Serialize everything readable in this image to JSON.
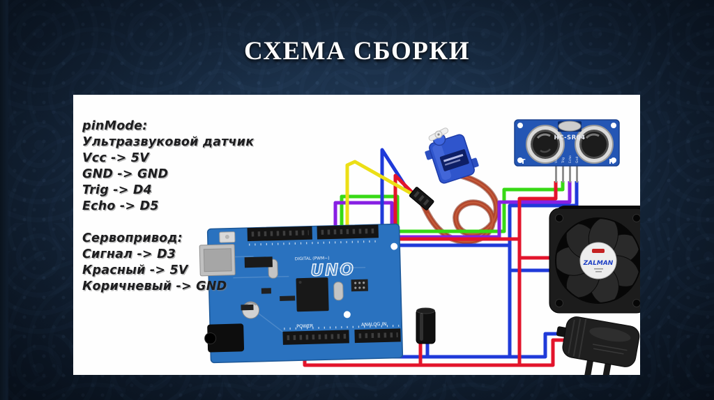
{
  "slide": {
    "title": "СХЕМА СБОРКИ",
    "background_color": "#16283d",
    "panel_color": "#fefefe",
    "title_color": "#fdfdfd"
  },
  "pin_notes": {
    "lines": [
      "pinMode:",
      "Ультразвуковой датчик",
      "Vcc -> 5V",
      "GND -> GND",
      "Trig -> D4",
      "Echo -> D5",
      "",
      "Сервопривод:",
      "Сигнал -> D3",
      "Красный -> 5V",
      "Коричневый -> GND"
    ]
  },
  "diagram": {
    "arduino": {
      "name_label": "UNO",
      "digital_label": "DIGITAL (PWM~)",
      "power_label": "POWER",
      "analog_label": "ANALOG IN",
      "board_color": "#2a72bf"
    },
    "sensor": {
      "model_label": "HC-SR04",
      "left_label": "T",
      "right_label": "R",
      "pin_labels": [
        "Vcc",
        "Trig",
        "Echo",
        "Gnd"
      ],
      "board_color": "#2456b4"
    },
    "fan": {
      "brand_label": "ZALMAN",
      "brand_color": "#1c3ec4"
    },
    "wire_colors": {
      "servo_signal_yellow": "#ecdf16",
      "trig_green": "#37d915",
      "echo_purple": "#871fe3",
      "power_red": "#e3142b",
      "ground_blue": "#1f3ad9",
      "servo_cable_brown": "#b0452b"
    }
  }
}
